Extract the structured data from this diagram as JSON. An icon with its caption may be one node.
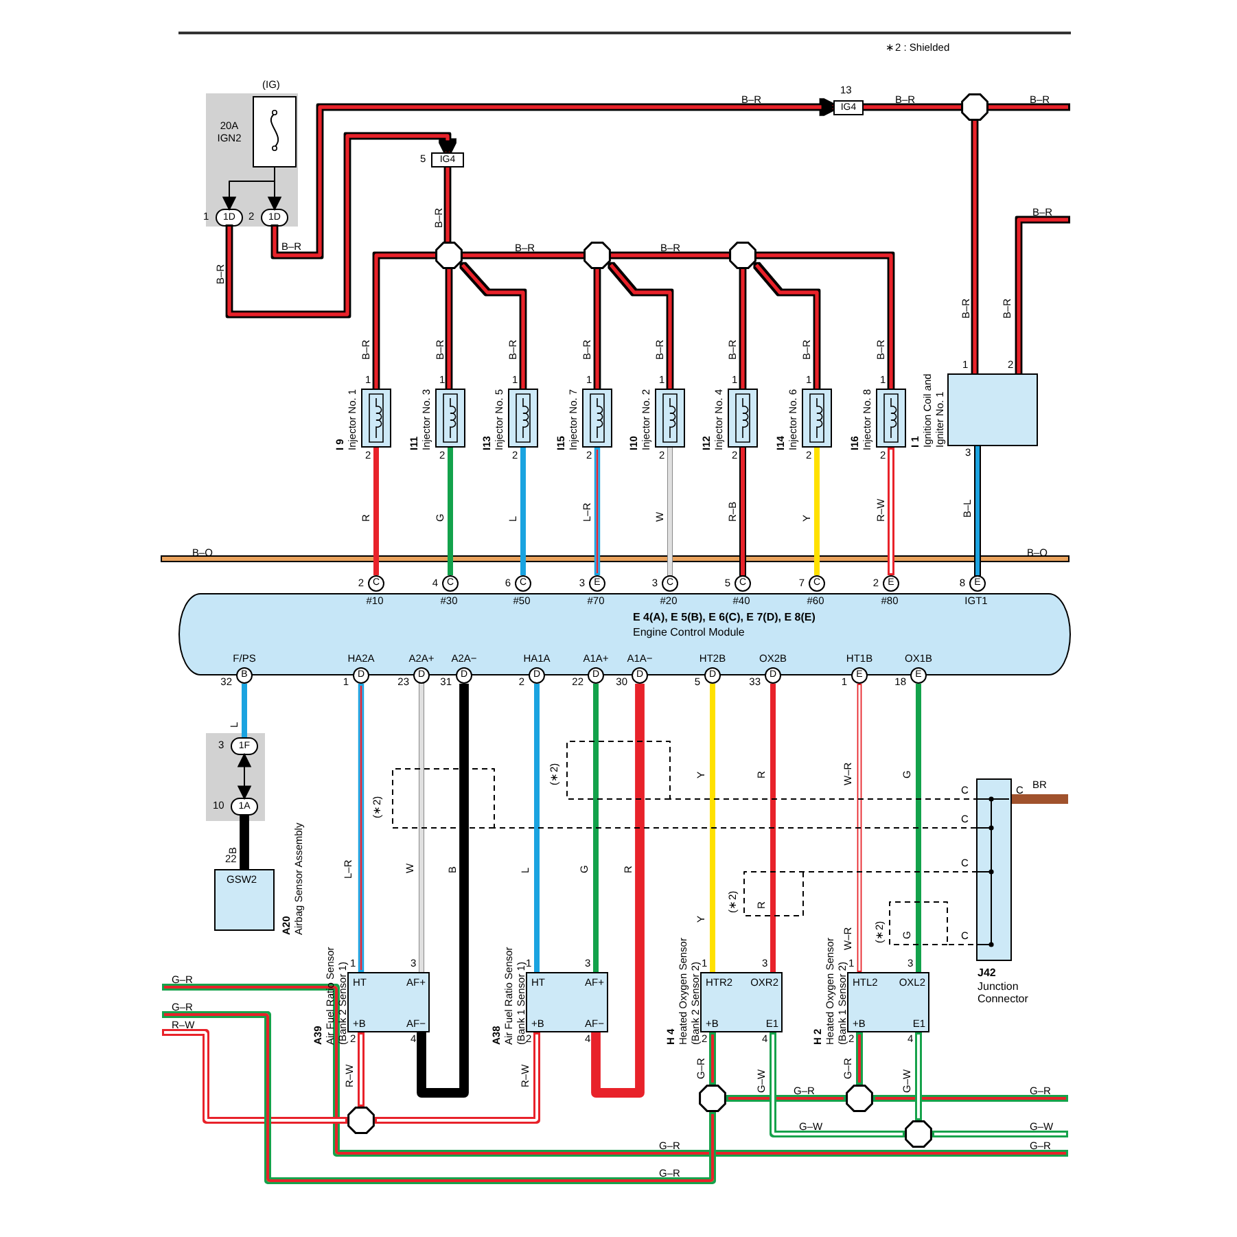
{
  "diagram": {
    "nodes": [
      {
        "text": [
          "20A IGN2"
        ]
      },
      {
        "text": [
          "(IG)"
        ],
        "in": 0
      },
      {
        "text": [
          "1D"
        ],
        "in": 0,
        "beside": [
          "1"
        ]
      },
      {
        "text": [
          "1D"
        ],
        "in": 0,
        "beside": [
          "2"
        ]
      },
      {
        "text": [
          "IG4"
        ],
        "beside": [
          "13"
        ]
      },
      {
        "text": [
          "IG4"
        ],
        "beside": [
          "5"
        ]
      },
      {
        "text": [],
        "shape": "octagon"
      },
      {
        "text": [],
        "shape": "octagon"
      },
      {
        "text": [],
        "shape": "octagon"
      },
      {
        "text": [],
        "shape": "octagon"
      },
      {
        "text": [
          "I 9",
          "Injector No. 1"
        ],
        "beside": [
          "1",
          "2"
        ]
      },
      {
        "text": [
          "I11",
          "Injector No. 3"
        ],
        "beside": [
          "1",
          "2"
        ]
      },
      {
        "text": [
          "I13",
          "Injector No. 5"
        ],
        "beside": [
          "1",
          "2"
        ]
      },
      {
        "text": [
          "I15",
          "Injector No. 7"
        ],
        "beside": [
          "1",
          "2"
        ]
      },
      {
        "text": [
          "I10",
          "Injector No. 2"
        ],
        "beside": [
          "1",
          "2"
        ]
      },
      {
        "text": [
          "I12",
          "Injector No. 4"
        ],
        "beside": [
          "1",
          "2"
        ]
      },
      {
        "text": [
          "I14",
          "Injector No. 6"
        ],
        "beside": [
          "1",
          "2"
        ]
      },
      {
        "text": [
          "I16",
          "Injector No. 8"
        ],
        "beside": [
          "1",
          "2"
        ]
      },
      {
        "text": [
          "I 1",
          "Ignition Coil and Igniter No. 1"
        ],
        "beside": [
          "1",
          "2",
          "3"
        ]
      },
      {
        "text": [
          "E 4(A), E 5(B), E 6(C), E 7(D), E 8(E)",
          "Engine Control Module"
        ]
      },
      {
        "text": [
          "C"
        ],
        "beside": [
          "2",
          "#10"
        ]
      },
      {
        "text": [
          "C"
        ],
        "beside": [
          "4",
          "#30"
        ]
      },
      {
        "text": [
          "C"
        ],
        "beside": [
          "6",
          "#50"
        ]
      },
      {
        "text": [
          "E"
        ],
        "beside": [
          "3",
          "#70"
        ]
      },
      {
        "text": [
          "C"
        ],
        "beside": [
          "3",
          "#20"
        ]
      },
      {
        "text": [
          "C"
        ],
        "beside": [
          "5",
          "#40"
        ]
      },
      {
        "text": [
          "C"
        ],
        "beside": [
          "7",
          "#60"
        ]
      },
      {
        "text": [
          "E"
        ],
        "beside": [
          "2",
          "#80"
        ]
      },
      {
        "text": [
          "E"
        ],
        "beside": [
          "8",
          "IGT1"
        ]
      },
      {
        "text": [
          "B"
        ],
        "beside": [
          "32",
          "F/PS"
        ]
      },
      {
        "text": [
          "D"
        ],
        "beside": [
          "1",
          "HA2A"
        ]
      },
      {
        "text": [
          "D"
        ],
        "beside": [
          "23",
          "A2A+"
        ]
      },
      {
        "text": [
          "D"
        ],
        "beside": [
          "31",
          "A2A−"
        ]
      },
      {
        "text": [
          "D"
        ],
        "beside": [
          "2",
          "HA1A"
        ]
      },
      {
        "text": [
          "D"
        ],
        "beside": [
          "22",
          "A1A+"
        ]
      },
      {
        "text": [
          "D"
        ],
        "beside": [
          "30",
          "A1A−"
        ]
      },
      {
        "text": [
          "D"
        ],
        "beside": [
          "5",
          "HT2B"
        ]
      },
      {
        "text": [
          "D"
        ],
        "beside": [
          "33",
          "OX2B"
        ]
      },
      {
        "text": [
          "E"
        ],
        "beside": [
          "1",
          "HT1B"
        ]
      },
      {
        "text": [
          "E"
        ],
        "beside": [
          "18",
          "OX1B"
        ]
      },
      {
        "text": [],
        "shape": "box"
      },
      {
        "text": [
          "1F"
        ],
        "in": 40,
        "beside": [
          "3"
        ]
      },
      {
        "text": [
          "1A"
        ],
        "in": 40,
        "beside": [
          "10"
        ]
      },
      {
        "text": [
          "GSW2",
          "A20",
          "Airbag Sensor Assembly"
        ]
      },
      {
        "text": [
          "A39",
          "Air Fuel Ratio Sensor (Bank 2 Sensor 1)",
          "HT",
          "AF+",
          "+B",
          "AF−"
        ]
      },
      {
        "text": [
          "A38",
          "Air Fuel Ratio Sensor (Bank 1 Sensor 1)",
          "HT",
          "AF+",
          "+B",
          "AF−"
        ]
      },
      {
        "text": [
          "H 4",
          "Heated Oxygen Sensor (Bank 2 Sensor 2)",
          "HTR2",
          "OXR2",
          "+B",
          "E1"
        ]
      },
      {
        "text": [
          "H 2",
          "Heated Oxygen Sensor (Bank 1 Sensor 2)",
          "HTL2",
          "OXL2",
          "+B",
          "E1"
        ]
      },
      {
        "text": [
          "J42",
          "Junction Connector"
        ],
        "beside": [
          "C",
          "C",
          "C",
          "C",
          "C"
        ]
      },
      {
        "text": [],
        "shape": "octagon"
      },
      {
        "text": [],
        "shape": "octagon"
      },
      {
        "text": [],
        "shape": "octagon"
      },
      {
        "text": [],
        "shape": "octagon"
      }
    ],
    "edges": [
      {
        "from": 1,
        "to": 2,
        "arrow": "to",
        "color": "#000000"
      },
      {
        "from": 1,
        "to": 3,
        "arrow": "to",
        "color": "#000000"
      },
      {
        "from": 3,
        "to": 4,
        "arrow": "to",
        "label": "B–R"
      },
      {
        "from": 4,
        "to": 6,
        "arrow": "none",
        "label": "B–R"
      },
      {
        "from": 6,
        "to": null,
        "arrow": "none",
        "label": "B–R"
      },
      {
        "from": 6,
        "to": 18,
        "arrow": "none",
        "label": "B–R"
      },
      {
        "from": null,
        "to": 18,
        "arrow": "none",
        "label": "B–R"
      },
      {
        "from": 2,
        "to": 5,
        "arrow": "to",
        "label": "B–R"
      },
      {
        "from": 5,
        "to": 7,
        "arrow": "none",
        "label": "B–R"
      },
      {
        "from": 7,
        "to": 8,
        "arrow": "none",
        "label": "B–R"
      },
      {
        "from": 8,
        "to": 9,
        "arrow": "none",
        "label": "B–R"
      },
      {
        "from": 7,
        "to": 10,
        "arrow": "none",
        "label": "B–R"
      },
      {
        "from": 7,
        "to": 11,
        "arrow": "none",
        "label": "B–R"
      },
      {
        "from": 7,
        "to": 12,
        "arrow": "none",
        "label": "B–R"
      },
      {
        "from": 8,
        "to": 13,
        "arrow": "none",
        "label": "B–R"
      },
      {
        "from": 8,
        "to": 14,
        "arrow": "none",
        "label": "B–R"
      },
      {
        "from": 9,
        "to": 15,
        "arrow": "none",
        "label": "B–R"
      },
      {
        "from": 9,
        "to": 16,
        "arrow": "none",
        "label": "B–R"
      },
      {
        "from": 9,
        "to": 17,
        "arrow": "none",
        "label": "B–R"
      },
      {
        "from": 10,
        "to": 20,
        "arrow": "none",
        "label": "R",
        "color": "#e8222a"
      },
      {
        "from": 11,
        "to": 21,
        "arrow": "none",
        "label": "G",
        "color": "#13a24b"
      },
      {
        "from": 12,
        "to": 22,
        "arrow": "none",
        "label": "L",
        "color": "#1aa3e0"
      },
      {
        "from": 13,
        "to": 23,
        "arrow": "none",
        "label": "L–R",
        "color": "#1aa3e0"
      },
      {
        "from": 14,
        "to": 24,
        "arrow": "none",
        "label": "W",
        "color": "#e0e0e0"
      },
      {
        "from": 15,
        "to": 25,
        "arrow": "none",
        "label": "R–B",
        "color": "#e8222a"
      },
      {
        "from": 16,
        "to": 26,
        "arrow": "none",
        "label": "Y",
        "color": "#ffe100"
      },
      {
        "from": 17,
        "to": 27,
        "arrow": "none",
        "label": "R–W",
        "color": "#e8222a"
      },
      {
        "from": 18,
        "to": 28,
        "arrow": "none",
        "label": "B–L",
        "color": "#1aa3e0"
      },
      {
        "from": 29,
        "to": 41,
        "arrow": "none",
        "label": "L",
        "color": "#1aa3e0"
      },
      {
        "from": 41,
        "to": 42,
        "arrow": "both",
        "color": "#000000"
      },
      {
        "from": 42,
        "to": 43,
        "arrow": "none",
        "label": "B",
        "color": "#000000",
        "style": "thick"
      },
      {
        "from": 30,
        "to": 44,
        "arrow": "none",
        "label": "L–R",
        "color": "#1aa3e0"
      },
      {
        "from": 31,
        "to": 44,
        "arrow": "none",
        "label": "W",
        "color": "#e0e0e0"
      },
      {
        "from": 32,
        "to": 44,
        "arrow": "none",
        "label": "B",
        "color": "#000000",
        "style": "thick"
      },
      {
        "from": 33,
        "to": 45,
        "arrow": "none",
        "label": "L",
        "color": "#1aa3e0"
      },
      {
        "from": 34,
        "to": 45,
        "arrow": "none",
        "label": "G",
        "color": "#13a24b"
      },
      {
        "from": 35,
        "to": 45,
        "arrow": "none",
        "label": "R",
        "color": "#e8222a",
        "style": "thick"
      },
      {
        "from": 36,
        "to": 46,
        "arrow": "none",
        "label": "Y",
        "color": "#ffe100"
      },
      {
        "from": 37,
        "to": 46,
        "arrow": "none",
        "label": "R",
        "color": "#e8222a"
      },
      {
        "from": 38,
        "to": 47,
        "arrow": "none",
        "label": "W–R",
        "color": "#e8222a"
      },
      {
        "from": 39,
        "to": 47,
        "arrow": "none",
        "label": "G",
        "color": "#13a24b"
      },
      {
        "from": null,
        "to": 48,
        "arrow": "none",
        "style": "dashed",
        "color": "#000000"
      },
      {
        "from": null,
        "to": 48,
        "arrow": "none",
        "style": "dashed",
        "color": "#000000"
      },
      {
        "from": null,
        "to": 48,
        "arrow": "none",
        "style": "dashed",
        "color": "#000000"
      },
      {
        "from": null,
        "to": 48,
        "arrow": "none",
        "style": "dashed",
        "color": "#000000"
      },
      {
        "from": 48,
        "to": null,
        "arrow": "none",
        "label": "BR",
        "color": "#a0522d",
        "style": "thick"
      },
      {
        "from": 44,
        "to": 49,
        "arrow": "none",
        "label": "R–W",
        "color": "#e8222a"
      },
      {
        "from": 45,
        "to": 49,
        "arrow": "none",
        "label": "R–W",
        "color": "#e8222a"
      },
      {
        "from": 49,
        "to": null,
        "arrow": "none",
        "label": "R–W",
        "color": "#e8222a"
      },
      {
        "from": 46,
        "to": 50,
        "arrow": "none",
        "label": "G–R",
        "color": "#13a24b"
      },
      {
        "from": 50,
        "to": 51,
        "arrow": "none",
        "label": "G–R",
        "color": "#13a24b"
      },
      {
        "from": 47,
        "to": 51,
        "arrow": "none",
        "label": "G–R",
        "color": "#13a24b"
      },
      {
        "from": 51,
        "to": null,
        "arrow": "none",
        "label": "G–R",
        "color": "#13a24b"
      },
      {
        "from": 46,
        "to": 52,
        "arrow": "none",
        "label": "G–W",
        "color": "#13a24b"
      },
      {
        "from": 47,
        "to": 52,
        "arrow": "none",
        "label": "G–W",
        "color": "#13a24b"
      },
      {
        "from": 52,
        "to": null,
        "arrow": "none",
        "label": "G–W",
        "color": "#13a24b"
      },
      {
        "from": 50,
        "to": null,
        "arrow": "none",
        "label": "G–R",
        "color": "#13a24b"
      }
    ],
    "labels": [
      "∗2 : Shielded",
      "B–R",
      "B–R",
      "B–O",
      "B–O",
      "Y",
      "R",
      "W–R",
      "G",
      "G–R",
      "G–W",
      "G–R",
      "G–R",
      "G–R",
      "(∗2)",
      "(∗2)",
      "(∗2)",
      "(∗2)",
      "22",
      "1",
      "3",
      "2",
      "4",
      "1",
      "3",
      "2",
      "4",
      "1",
      "3",
      "2",
      "4",
      "1",
      "3",
      "2",
      "4"
    ]
  }
}
